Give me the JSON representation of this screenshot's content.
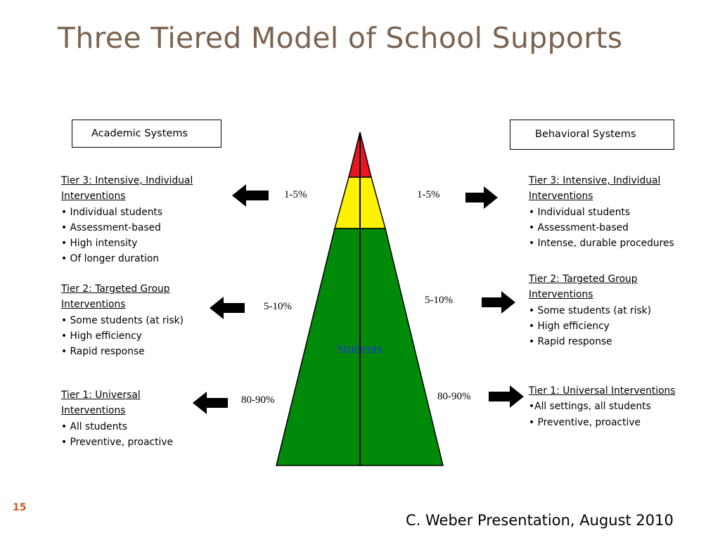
{
  "title": "Three Tiered Model of School Supports",
  "academic": {
    "label": "Academic Systems",
    "tier3": {
      "head1": "Tier 3: Intensive, Individual",
      "head2": "Interventions",
      "points": [
        "• Individual students",
        "• Assessment-based",
        "• High intensity",
        "• Of longer duration"
      ],
      "percent": "1-5%"
    },
    "tier2": {
      "head1": "Tier 2: Targeted Group",
      "head2": "Interventions",
      "points": [
        "• Some students (at risk)",
        "• High efficiency",
        "• Rapid response"
      ],
      "percent": "5-10%"
    },
    "tier1": {
      "head1": "Tier 1: Universal",
      "head2": "Interventions",
      "points": [
        "• All students",
        "• Preventive, proactive"
      ],
      "percent": "80-90%"
    }
  },
  "behavioral": {
    "label": "Behavioral Systems",
    "tier3": {
      "head1": "Tier 3: Intensive, Individual",
      "head2": "Interventions",
      "points": [
        "• Individual students",
        "• Assessment-based",
        "• Intense, durable procedures"
      ],
      "percent": "1-5%"
    },
    "tier2": {
      "head1": "Tier 2:  Targeted Group",
      "head2": "Interventions",
      "points": [
        "• Some students (at risk)",
        "• High efficiency",
        "• Rapid response"
      ],
      "percent": "5-10%"
    },
    "tier1": {
      "head1": "Tier 1: Universal Interventions",
      "points": [
        "•All settings, all students",
        "• Preventive, proactive"
      ],
      "percent": "80-90%"
    }
  },
  "pyramid": {
    "center_label": "Students",
    "colors": {
      "tier3": "#e8141e",
      "tier2": "#fff200",
      "tier1": "#008a0a"
    }
  },
  "slide_number": "15",
  "credit": "C. Weber Presentation, August 2010"
}
